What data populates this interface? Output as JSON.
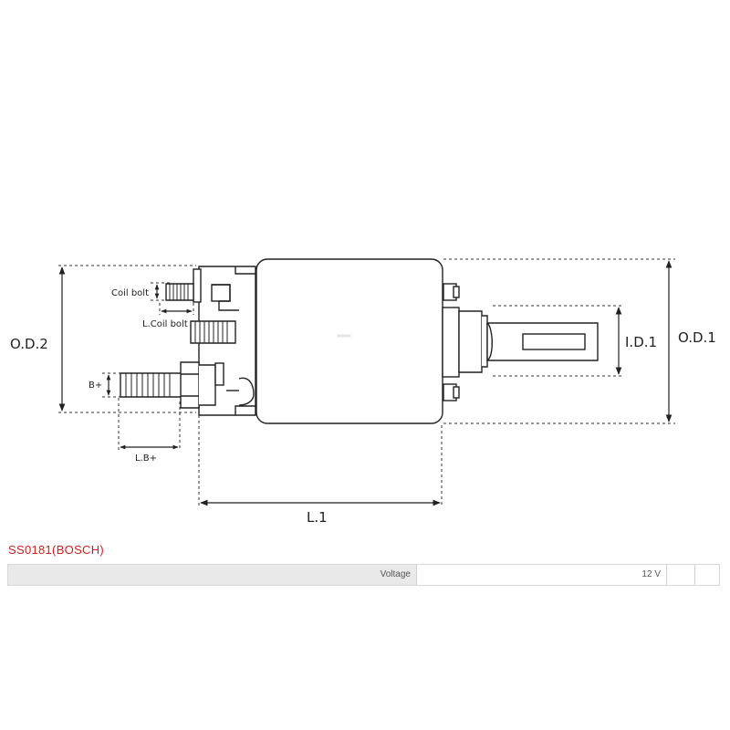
{
  "diagram": {
    "labels": {
      "coil_bolt": "Coil bolt",
      "l_coil_bolt": "L.Coil bolt",
      "b_plus": "B+",
      "l_b_plus": "L.B+",
      "od2": "O.D.2",
      "od1": "O.D.1",
      "id1": "I.D.1",
      "l1": "L.1"
    }
  },
  "product": {
    "title": "SS0181(BOSCH)",
    "specs": [
      {
        "name": "Voltage",
        "value": "12 V"
      }
    ]
  }
}
